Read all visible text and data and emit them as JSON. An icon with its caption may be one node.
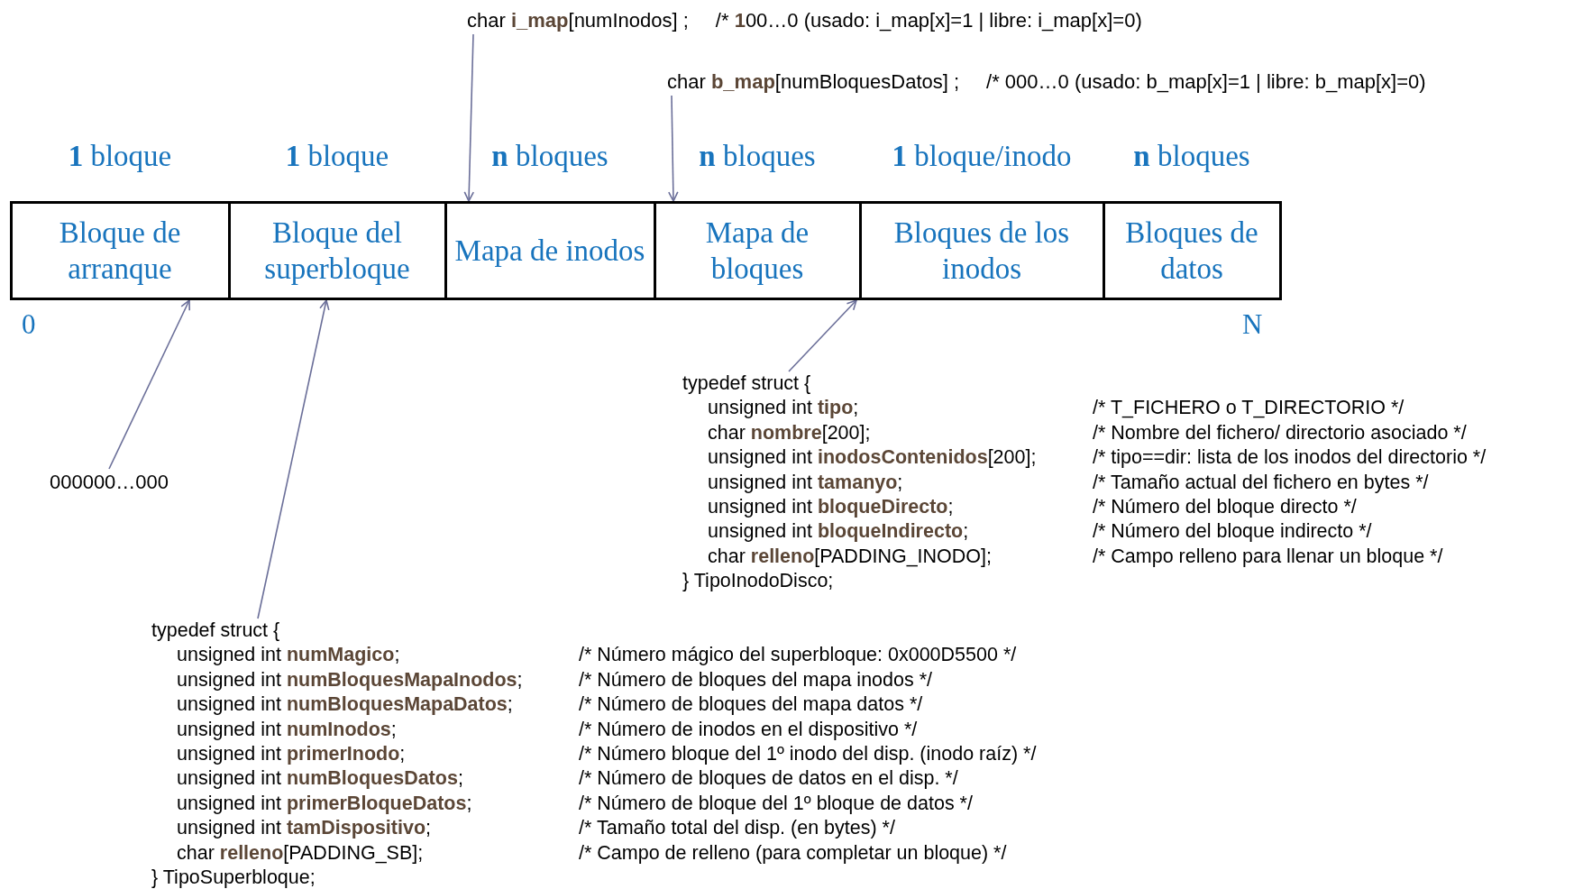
{
  "diagram": {
    "nodes": [
      {
        "text": [
          "char **i_map**[numInodos] ;",
          "/* **1**00…0 (usado: i_map[x]=1 | libre: i_map[x]=0)"
        ]
      },
      {
        "text": [
          "char **b_map**[numBloquesDatos] ;",
          "/* 000…0 (usado: b_map[x]=1 | libre: b_map[x]=0)"
        ]
      },
      {
        "text": [
          "Bloque de arranque"
        ],
        "beside": [
          "**1** bloque"
        ]
      },
      {
        "text": [
          "Bloque del superbloque"
        ],
        "beside": [
          "**1** bloque"
        ]
      },
      {
        "text": [
          "Mapa de inodos"
        ],
        "beside": [
          "**n** bloques"
        ]
      },
      {
        "text": [
          "Mapa de bloques"
        ],
        "beside": [
          "**n** bloques"
        ]
      },
      {
        "text": [
          "Bloques de los inodos"
        ],
        "beside": [
          "**1** bloque/inodo"
        ]
      },
      {
        "text": [
          "Bloques de datos"
        ],
        "beside": [
          "**n** bloques"
        ]
      },
      {
        "text": [
          "000000…000"
        ]
      },
      {
        "text": [
          "typedef struct {",
          "unsigned int **numMagico**;",
          "/* Número mágico del superbloque: 0x000D5500 */",
          "unsigned int **numBloquesMapaInodos**;",
          "/* Número de bloques del mapa inodos */",
          "unsigned int **numBloquesMapaDatos**;",
          "/* Número de bloques del mapa  datos */",
          "unsigned int **numInodos**;",
          "/* Número de inodos en el dispositivo */",
          "unsigned int **primerInodo**;",
          "/* Número bloque del 1º inodo del disp. (inodo raíz) */",
          "unsigned int **numBloquesDatos**;",
          "/* Número de bloques de datos en el disp. */",
          "unsigned int **primerBloqueDatos**;",
          "/* Número de bloque del 1º bloque de datos */",
          "unsigned int **tamDispositivo**;",
          "/* Tamaño total del disp. (en bytes) */",
          "char **relleno**[PADDING_SB];",
          "/* Campo de relleno (para completar un bloque) */",
          "} TipoSuperbloque;"
        ]
      },
      {
        "text": [
          "typedef struct {",
          "unsigned int **tipo**;",
          "/*  T_FICHERO o T_DIRECTORIO */",
          "char **nombre**[200];",
          "/* Nombre del fichero/ directorio asociado */",
          "unsigned int **inodosContenidos**[200];",
          "/* tipo==dir: lista de los inodos del directorio */",
          "unsigned int **tamanyo**;",
          "/* Tamaño actual del fichero en bytes */",
          "unsigned int **bloqueDirecto**;",
          "/* Número del bloque directo */",
          "unsigned int **bloqueIndirecto**;",
          "/* Número del bloque indirecto */",
          "char **relleno**[PADDING_INODO];",
          "/* Campo relleno para llenar un bloque */",
          "} TipoInodoDisco;"
        ]
      }
    ],
    "edges": [
      {
        "from": 0,
        "to": 4,
        "arrow": "to"
      },
      {
        "from": 1,
        "to": 5,
        "arrow": "to"
      },
      {
        "from": 8,
        "to": 2,
        "arrow": "to"
      },
      {
        "from": 9,
        "to": 3,
        "arrow": "to"
      },
      {
        "from": 10,
        "to": 6,
        "arrow": "to"
      }
    ],
    "labels": [
      "0",
      "N"
    ]
  }
}
